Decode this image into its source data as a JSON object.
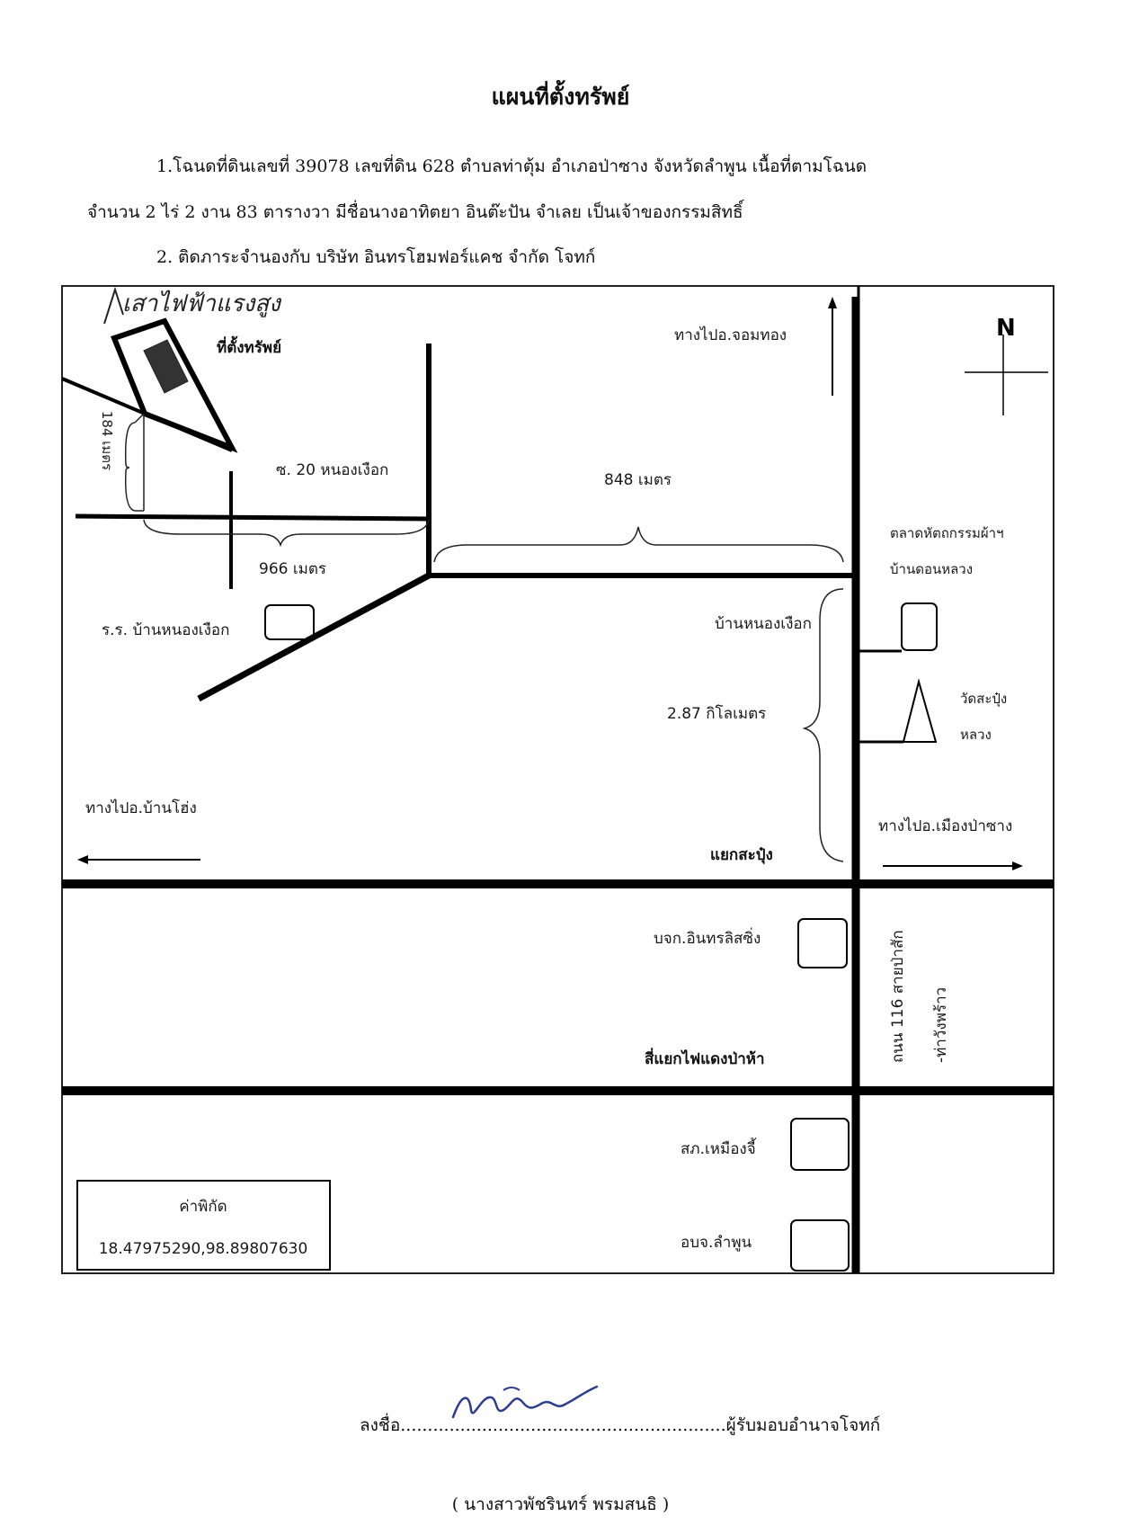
{
  "document": {
    "title": "แผนที่ตั้งทรัพย์",
    "para1_line1": "1.โฉนดที่ดินเลขที่ 39078 เลขที่ดิน 628 ตำบลท่าตุ้ม อำเภอป่าซาง จังหวัดลำพูน เนื้อที่ตามโฉนด",
    "para1_line2": "จำนวน 2 ไร่ 2 งาน 83 ตารางวา มีชื่อนางอาทิตยา อินต๊ะปัน จำเลย เป็นเจ้าของกรรมสิทธิ์",
    "para2": "2. ติดภาระจำนองกับ บริษัท อินทรโฮมฟอร์แคช จำกัด โจทก์"
  },
  "map": {
    "handwritten_note": "เสาไฟฟ้าแรงสูง",
    "property_label": "ที่ตั้งทรัพย์",
    "dist_184": "184 เมตร",
    "soi_label": "ซ. 20 หนองเงือก",
    "dist_966": "966 เมตร",
    "dist_848": "848 เมตร",
    "to_chomthong": "ทางไปอ.จอมทอง",
    "north": "N",
    "market_line1": "ตลาดหัตถกรรมผ้าฯ",
    "market_line2": "บ้านดอนหลวง",
    "school": "ร.ร. บ้านหนองเงือก",
    "ban_nong_ngueak": "บ้านหนองเงือก",
    "temple_line1": "วัดสะปุ๋ง",
    "temple_line2": "หลวง",
    "dist_287": "2.87 กิโลเมตร",
    "to_ban_hong": "ทางไปอ.บ้านโฮ่ง",
    "to_pasang": "ทางไปอ.เมืองป่าซาง",
    "sapung_junction": "แยกสะปุ๋ง",
    "company": "บจก.อินทรลิสซิ่ง",
    "road_116_line1": "ถนน 116 สายป่าสัก",
    "road_116_line2": "-ท่าวังพร้าว",
    "traffic_light": "สี่แยกไฟแดงป่าห้า",
    "police": "สภ.เหมืองจี้",
    "district_office": "อบจ.ลำพูน",
    "coord_title": "ค่าพิกัด",
    "coord_value": "18.47975290,98.89807630"
  },
  "signature": {
    "prefix": "ลงชื่อ",
    "dots": "............................................................",
    "handwritten": "ทัชรินทร์",
    "suffix": "ผู้รับมอบอำนาจโจทก์",
    "name": "( นางสาวพัชรินทร์ พรมสนธิ )"
  }
}
